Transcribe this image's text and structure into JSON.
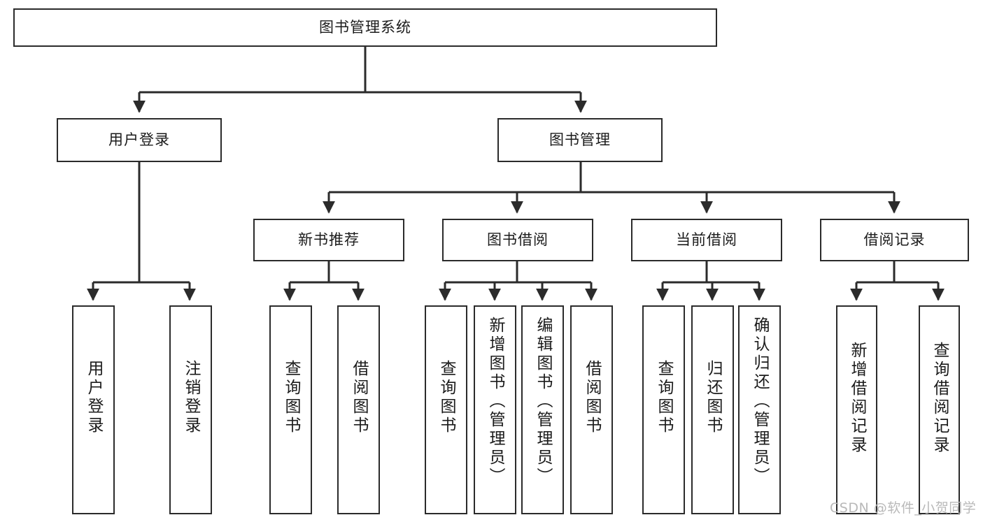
{
  "diagram": {
    "title": "图书管理系统",
    "root": {
      "id": "root",
      "label": "图书管理系统"
    },
    "level2": [
      {
        "id": "user-login",
        "label": "用户登录"
      },
      {
        "id": "book-manage",
        "label": "图书管理"
      }
    ],
    "level3": [
      {
        "id": "new-book-rec",
        "label": "新书推荐"
      },
      {
        "id": "book-borrow",
        "label": "图书借阅"
      },
      {
        "id": "current-borrow",
        "label": "当前借阅"
      },
      {
        "id": "borrow-record",
        "label": "借阅记录"
      }
    ],
    "leaves": [
      {
        "id": "leaf-user-login",
        "label": "用户登录",
        "parent": "user-login"
      },
      {
        "id": "leaf-user-logout",
        "label": "注销登录",
        "parent": "user-login"
      },
      {
        "id": "leaf-query-book-1",
        "label": "查询图书",
        "parent": "new-book-rec"
      },
      {
        "id": "leaf-borrow-book-1",
        "label": "借阅图书",
        "parent": "new-book-rec"
      },
      {
        "id": "leaf-query-book-2",
        "label": "查询图书",
        "parent": "book-borrow"
      },
      {
        "id": "leaf-add-book",
        "label": "新增图书（管理员）",
        "parent": "book-borrow"
      },
      {
        "id": "leaf-edit-book",
        "label": "编辑图书（管理员）",
        "parent": "book-borrow"
      },
      {
        "id": "leaf-borrow-book-2",
        "label": "借阅图书",
        "parent": "book-borrow"
      },
      {
        "id": "leaf-query-book-3",
        "label": "查询图书",
        "parent": "current-borrow"
      },
      {
        "id": "leaf-return-book",
        "label": "归还图书",
        "parent": "current-borrow"
      },
      {
        "id": "leaf-confirm-return",
        "label": "确认归还（管理员）",
        "parent": "current-borrow"
      },
      {
        "id": "leaf-add-record",
        "label": "新增借阅记录",
        "parent": "borrow-record"
      },
      {
        "id": "leaf-query-record",
        "label": "查询借阅记录",
        "parent": "borrow-record"
      }
    ],
    "colors": {
      "box_border": "#2b2b2b",
      "box_fill": "#ffffff",
      "edge": "#2b2b2b",
      "text": "#1b1b1b",
      "background": "#ffffff",
      "watermark": "#b9b9b9"
    }
  },
  "watermark": {
    "text": "CSDN @软件_小贺同学"
  }
}
